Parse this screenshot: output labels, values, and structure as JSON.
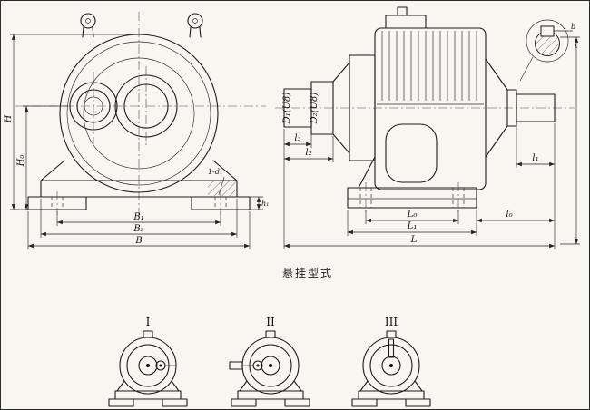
{
  "drawing": {
    "caption": "悬挂型式",
    "front": {
      "H": "H",
      "H0": "H₀",
      "B1": "B₁",
      "B2": "B₂",
      "B": "B",
      "holes": "1-d₁",
      "h1": "h₁"
    },
    "side": {
      "D1": "D₁(U8)",
      "D2": "D₂(U8)",
      "l3": "l₃",
      "l2": "l₂",
      "l1": "l₁",
      "l0": "l₀",
      "L0": "L₀",
      "L1": "L₁",
      "L": "L"
    },
    "detail": {
      "b": "b",
      "t": "t"
    },
    "variants": {
      "v1": "I",
      "v2": "II",
      "v3": "III"
    }
  }
}
